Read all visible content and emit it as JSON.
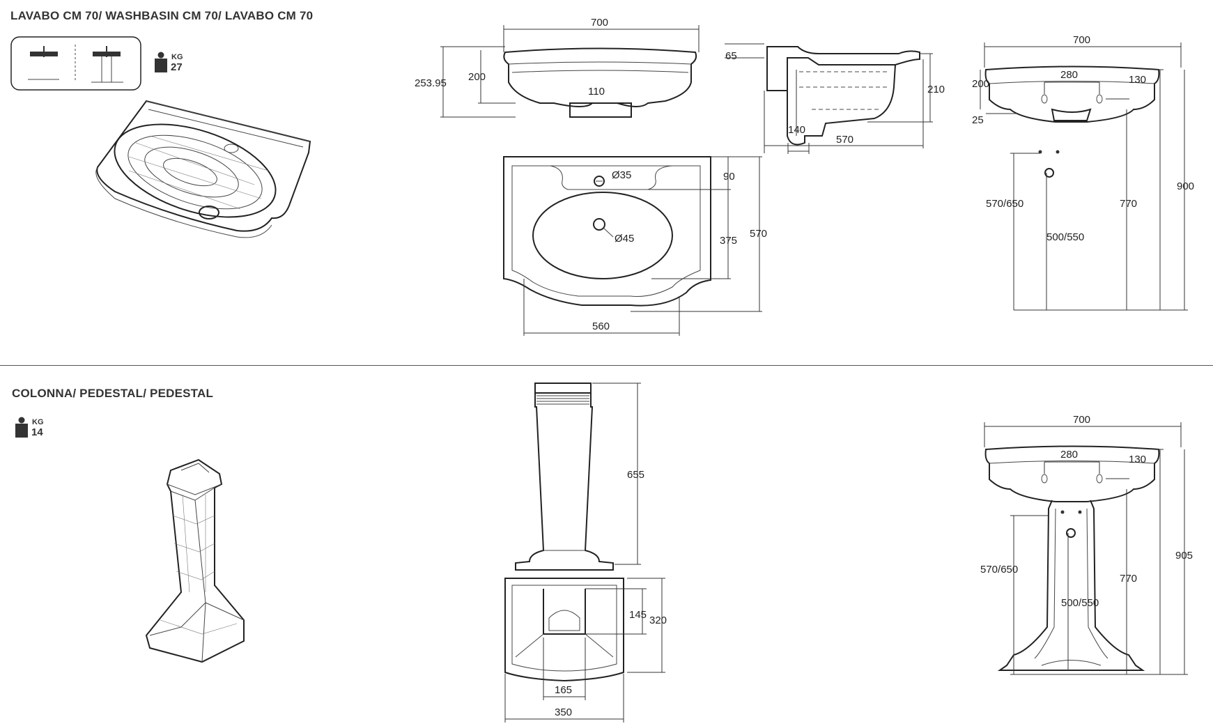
{
  "washbasin": {
    "title": "LAVABO CM 70/ WASHBASIN CM 70/ LAVABO CM 70",
    "weight_unit": "KG",
    "weight": "27",
    "front": {
      "width": "700",
      "height": "253.95",
      "inner_height": "200",
      "drain": "110"
    },
    "side": {
      "lip": "65",
      "height": "210",
      "depth": "570",
      "offset": "140"
    },
    "top": {
      "tap_hole": "Ø35",
      "drain_hole": "Ø45",
      "back": "90",
      "bowl": "375",
      "depth": "570",
      "width": "560"
    },
    "wall": {
      "width": "700",
      "holes": "280",
      "height": "200",
      "right": "130",
      "bottom": "25",
      "mount": "570/650",
      "floor": "770",
      "total": "900",
      "drain": "500/550"
    }
  },
  "pedestal": {
    "title": "COLONNA/ PEDESTAL/ PEDESTAL",
    "weight_unit": "KG",
    "weight": "14",
    "side": {
      "height": "655"
    },
    "top": {
      "inner": "145",
      "depth": "320",
      "opening": "165",
      "width": "350"
    },
    "wall": {
      "width": "700",
      "holes": "280",
      "right": "130",
      "mount": "570/650",
      "floor": "770",
      "total": "905",
      "drain": "500/550"
    }
  }
}
